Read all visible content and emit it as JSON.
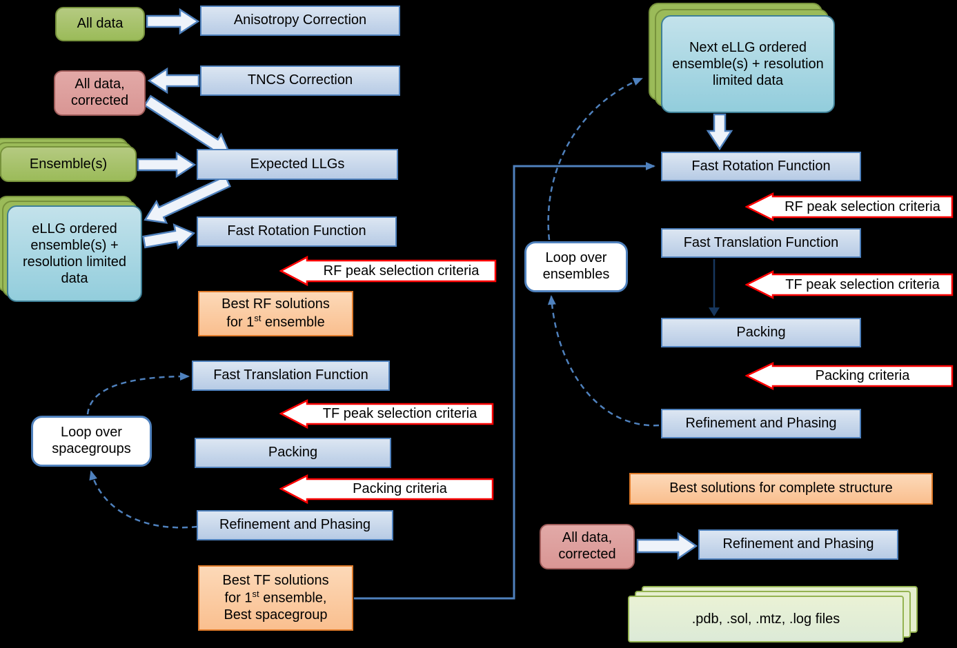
{
  "left": {
    "all_data": "All data",
    "anisotropy_correction": "Anisotropy Correction",
    "tncs_correction": "TNCS Correction",
    "all_data_corrected": "All data, corrected",
    "ensembles": "Ensemble(s)",
    "expected_llgs": "Expected LLGs",
    "ellg_ensembles": "eLLG ordered ensemble(s) + resolution limited data",
    "fast_rotation": "Fast Rotation Function",
    "rf_criteria": "RF peak selection criteria",
    "best_rf_line1": "Best RF solutions",
    "best_rf_line2_pre": "for 1",
    "best_rf_sup": "st",
    "best_rf_line2_post": " ensemble",
    "fast_translation": "Fast Translation Function",
    "tf_criteria": "TF peak selection criteria",
    "packing": "Packing",
    "packing_criteria": "Packing criteria",
    "refinement": "Refinement and Phasing",
    "loop_spacegroups": "Loop over spacegroups",
    "best_tf_line1": "Best TF solutions",
    "best_tf_line2_pre": "for 1",
    "best_tf_sup": "st",
    "best_tf_line2_post": " ensemble,",
    "best_tf_line3": "Best spacegroup"
  },
  "right": {
    "next_ellg": "Next eLLG ordered ensemble(s) + resolution limited data",
    "fast_rotation": "Fast Rotation Function",
    "rf_criteria": "RF peak selection criteria",
    "fast_translation": "Fast Translation Function",
    "tf_criteria": "TF peak selection criteria",
    "packing": "Packing",
    "packing_criteria": "Packing criteria",
    "refinement": "Refinement and Phasing",
    "loop_ensembles": "Loop over ensembles",
    "best_solutions": "Best solutions for complete structure",
    "all_data_corrected": "All data, corrected",
    "final_refinement": "Refinement and Phasing",
    "output_files": ".pdb, .sol, .mtz, .log files"
  },
  "colors": {
    "connector": "#4f81bd",
    "red_arrow_outline": "#ff0000",
    "blue_box_border": "#4f81bd"
  }
}
